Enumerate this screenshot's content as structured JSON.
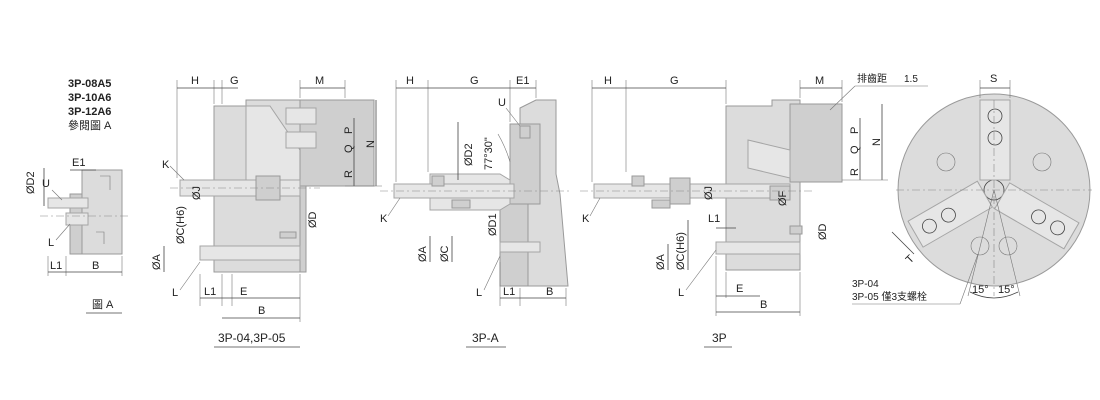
{
  "models": {
    "line1": "3P-08A5",
    "line2": "3P-10A6",
    "line3": "3P-12A6",
    "ref": "參閱圖 A"
  },
  "fig_a": {
    "caption": "圖 A",
    "d2": "ØD2",
    "e1": "E1",
    "u": "U",
    "l": "L",
    "l1": "L1",
    "b": "B"
  },
  "view1": {
    "caption": "3P-04,3P-05",
    "h": "H",
    "g": "G",
    "m": "M",
    "p": "P",
    "q": "Q",
    "r": "R",
    "n": "N",
    "k": "K",
    "j": "ØJ",
    "c": "ØC(H6)",
    "d": "ØD",
    "a": "ØA",
    "l": "L",
    "l1": "L1",
    "e": "E",
    "b": "B"
  },
  "view2": {
    "caption": "3P-A",
    "h": "H",
    "g": "G",
    "e1": "E1",
    "u": "U",
    "d2": "ØD2",
    "angle": "77°30\"",
    "k": "K",
    "d1": "ØD1",
    "a": "ØA",
    "c": "ØC",
    "l": "L",
    "l1": "L1",
    "b": "B"
  },
  "view3": {
    "caption": "3P",
    "h": "H",
    "g": "G",
    "m": "M",
    "chip": "排齒距",
    "pitch": "1.5",
    "p": "P",
    "q": "Q",
    "r": "R",
    "n": "N",
    "j": "ØJ",
    "f": "ØF",
    "k": "K",
    "l1": "L1",
    "d": "ØD",
    "a": "ØA",
    "c": "ØC(H6)",
    "l": "L",
    "e": "E",
    "b": "B"
  },
  "front": {
    "s": "S",
    "t": "T",
    "note1": "3P-04",
    "note2": "3P-05 僅3支螺栓",
    "ang1": "15°",
    "ang2": "15°"
  }
}
